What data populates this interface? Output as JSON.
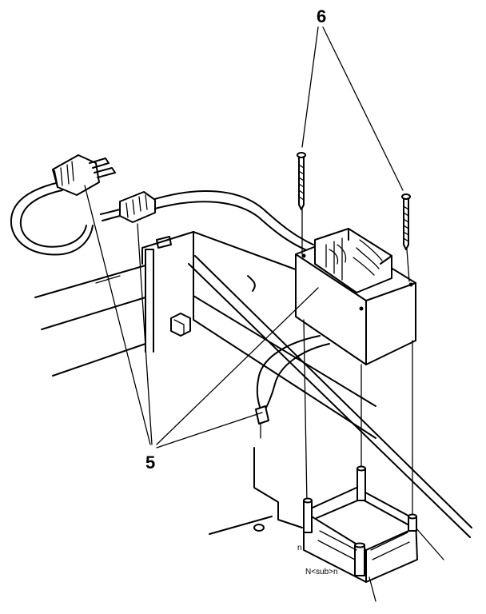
{
  "callouts": {
    "five": "5",
    "six": "6"
  },
  "marks": {
    "mark_a": "n",
    "mark_b": "N<sub>n"
  }
}
